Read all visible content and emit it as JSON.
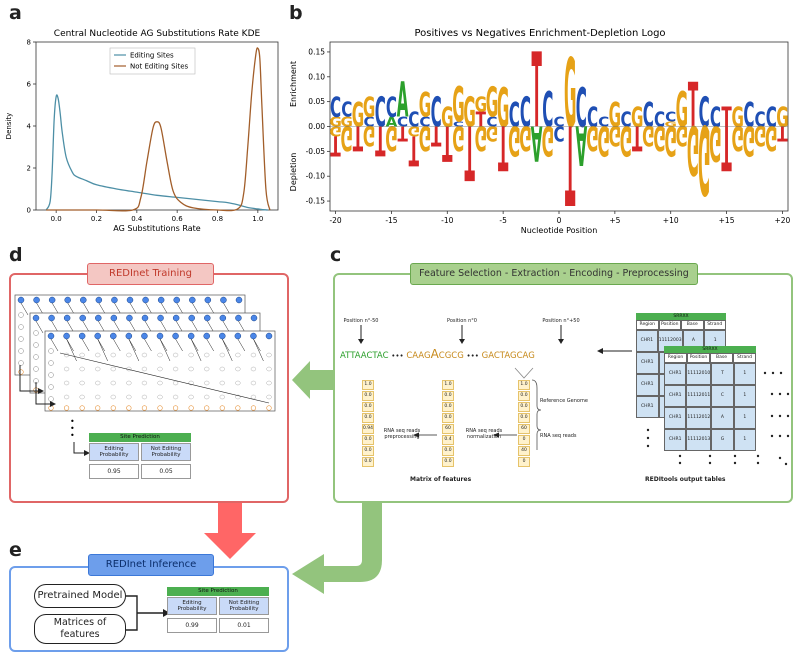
{
  "panel_letters": {
    "a": "a",
    "b": "b",
    "c": "c",
    "d": "d",
    "e": "e"
  },
  "chart_data": [
    {
      "type": "line",
      "title": "Central Nucleotide AG Substitutions Rate KDE",
      "xlabel": "AG Substitutions Rate",
      "ylabel": "Density",
      "xlim": [
        -0.1,
        1.1
      ],
      "ylim": [
        0,
        8
      ],
      "x_ticks": [
        "0.0",
        "0.2",
        "0.4",
        "0.6",
        "0.8",
        "1.0"
      ],
      "x_tick_values": [
        0.0,
        0.2,
        0.4,
        0.6,
        0.8,
        1.0
      ],
      "y_ticks": [
        "0",
        "2",
        "4",
        "6",
        "8"
      ],
      "y_tick_values": [
        0,
        2,
        4,
        6,
        8
      ],
      "legend_placement": "top-center",
      "series": [
        {
          "name": "Editing Sites",
          "color": "#4d8fa6",
          "x": [
            -0.05,
            -0.03,
            -0.02,
            -0.01,
            0.0,
            0.01,
            0.02,
            0.03,
            0.05,
            0.08,
            0.1,
            0.15,
            0.2,
            0.3,
            0.4,
            0.5,
            0.6,
            0.7,
            0.8,
            0.85,
            0.9,
            0.95,
            1.0,
            1.02,
            1.05
          ],
          "y": [
            0.0,
            0.4,
            1.8,
            4.3,
            5.4,
            5.3,
            4.6,
            3.7,
            2.5,
            1.8,
            1.6,
            1.4,
            1.2,
            1.0,
            0.85,
            0.7,
            0.6,
            0.5,
            0.4,
            0.35,
            0.25,
            0.12,
            0.05,
            0.02,
            0.0
          ]
        },
        {
          "name": "Not Editing Sites",
          "color": "#a25e2a",
          "x": [
            -0.05,
            0.2,
            0.38,
            0.42,
            0.45,
            0.48,
            0.5,
            0.52,
            0.55,
            0.58,
            0.62,
            0.68,
            0.8,
            0.9,
            0.93,
            0.95,
            0.97,
            0.99,
            1.0,
            1.01,
            1.02,
            1.04,
            1.06
          ],
          "y": [
            0.0,
            0.0,
            0.0,
            0.6,
            2.3,
            3.9,
            4.2,
            3.9,
            2.3,
            0.9,
            0.35,
            0.1,
            0.0,
            0.05,
            0.8,
            3.0,
            5.6,
            7.4,
            7.7,
            7.2,
            5.0,
            1.0,
            0.0
          ]
        }
      ]
    },
    {
      "type": "sequence-logo",
      "title": "Positives vs Negatives Enrichment-Depletion Logo",
      "xlabel": "Nucleotide Position",
      "ylabel_top": "Enrichment",
      "ylabel_bottom": "Depletion",
      "xlim": [
        -20.5,
        20.5
      ],
      "ylim": [
        -0.17,
        0.17
      ],
      "x_ticks": [
        "-20",
        "-15",
        "-10",
        "-5",
        "0",
        "+5",
        "+10",
        "+15",
        "+20"
      ],
      "x_tick_values": [
        -20,
        -15,
        -10,
        -5,
        0,
        5,
        10,
        15,
        20
      ],
      "y_ticks": [
        "0.15",
        "0.10",
        "0.05",
        "0.00",
        "-0.05",
        "-0.10",
        "-0.15"
      ],
      "y_tick_values": [
        0.15,
        0.1,
        0.05,
        0.0,
        -0.05,
        -0.1,
        -0.15
      ],
      "base_colors": {
        "A": "#2ca02c",
        "C": "#1f4fb4",
        "G": "#e6a217",
        "T": "#d62728"
      },
      "positions": [
        -20,
        -19,
        -18,
        -17,
        -16,
        -15,
        -14,
        -13,
        -12,
        -11,
        -10,
        -9,
        -8,
        -7,
        -6,
        -5,
        -4,
        -3,
        -2,
        -1,
        0,
        1,
        2,
        3,
        4,
        5,
        6,
        7,
        8,
        9,
        10,
        11,
        12,
        13,
        14,
        15,
        16,
        17,
        18,
        19,
        20
      ],
      "enrichment": [
        {
          "C": 0.04,
          "G": 0.02
        },
        {
          "C": 0.03,
          "G": 0.02
        },
        {
          "G": 0.05
        },
        {
          "G": 0.04,
          "C": 0.02
        },
        {
          "C": 0.06
        },
        {
          "C": 0.04,
          "A": 0.02
        },
        {
          "A": 0.07,
          "C": 0.02
        },
        {
          "C": 0.03
        },
        {
          "G": 0.05,
          "C": 0.02
        },
        {
          "C": 0.06
        },
        {
          "G": 0.04
        },
        {
          "G": 0.07,
          "C": 0.01
        },
        {
          "G": 0.06
        },
        {
          "T": 0.03,
          "G": 0.03
        },
        {
          "G": 0.06,
          "C": 0.02
        },
        {
          "G": 0.08
        },
        {
          "C": 0.05
        },
        {
          "C": 0.06
        },
        {
          "T": 0.15
        },
        {
          "C": 0.07
        },
        {
          "C": 0.02
        },
        {
          "G": 0.14
        },
        {
          "C": 0.08
        },
        {
          "C": 0.04
        },
        {
          "C": 0.02
        },
        {
          "G": 0.05
        },
        {
          "C": 0.03
        },
        {
          "G": 0.04
        },
        {
          "C": 0.05
        },
        {
          "C": 0.03
        },
        {
          "C": 0.02,
          "G": 0.01
        },
        {
          "G": 0.07
        },
        {
          "T": 0.09
        },
        {
          "C": 0.06
        },
        {
          "C": 0.04
        },
        {
          "T": 0.04
        },
        {
          "G": 0.04
        },
        {
          "C": 0.05
        },
        {
          "C": 0.03
        },
        {
          "C": 0.04
        },
        {
          "G": 0.04
        }
      ],
      "depletion": [
        {
          "T": 0.04,
          "G": 0.02
        },
        {
          "G": 0.05
        },
        {
          "T": 0.05
        },
        {
          "G": 0.04
        },
        {
          "T": 0.06
        },
        {
          "G": 0.05
        },
        {
          "T": 0.03
        },
        {
          "T": 0.06,
          "G": 0.02
        },
        {
          "G": 0.05
        },
        {
          "T": 0.04
        },
        {
          "T": 0.07
        },
        {
          "G": 0.05
        },
        {
          "T": 0.11
        },
        {
          "G": 0.05
        },
        {
          "G": 0.03
        },
        {
          "T": 0.09
        },
        {
          "G": 0.06
        },
        {
          "G": 0.05
        },
        {
          "A": 0.07
        },
        {
          "G": 0.06
        },
        {
          "C": 0.03
        },
        {
          "T": 0.16
        },
        {
          "A": 0.08
        },
        {
          "G": 0.05
        },
        {
          "G": 0.06
        },
        {
          "G": 0.04
        },
        {
          "G": 0.06
        },
        {
          "T": 0.05
        },
        {
          "G": 0.04
        },
        {
          "G": 0.05
        },
        {
          "G": 0.06
        },
        {
          "G": 0.04
        },
        {
          "G": 0.1
        },
        {
          "G": 0.14
        },
        {
          "G": 0.07
        },
        {
          "T": 0.09
        },
        {
          "G": 0.05
        },
        {
          "G": 0.06
        },
        {
          "G": 0.04
        },
        {
          "G": 0.05
        },
        {
          "T": 0.03
        }
      ]
    }
  ],
  "panel_c": {
    "title": "Feature Selection - Extraction - Encoding - Preprocessing",
    "pos_left": "Position n°-50",
    "pos_mid": "Position n°0",
    "pos_right": "Position n°+50",
    "seq_left": "ATTAACTAC",
    "seq_dots": "•••",
    "seq_mid_pre": "CAAG",
    "seq_mid_center": "A",
    "seq_mid_post": "CGCG",
    "seq_right": "GACTAGCAG",
    "matrix_col1": [
      "1.0",
      "0.0",
      "0.0",
      "0.0",
      "0.94",
      "0.0",
      "0.0",
      "0.0"
    ],
    "matrix_col2": [
      "1.0",
      "0.0",
      "0.0",
      "0.0",
      "60",
      "0.4",
      "0.0",
      "0.0"
    ],
    "matrix_col3": [
      "1.0",
      "0.0",
      "0.0",
      "0.0",
      "60",
      "0",
      "40",
      "0"
    ],
    "label_ref_genome": "Reference Genome",
    "label_rna_reads": "RNA seq reads",
    "label_preproc": "RNA seq reads preprocessing",
    "label_norm": "RNA seq reads normalization",
    "label_matrix": "Matrix of features",
    "label_tables": "REDItools output tables",
    "table_back": {
      "name": "SRRXX",
      "headers": [
        "Region",
        "Position",
        "Base",
        "Strand"
      ],
      "rows": [
        [
          "CHR1",
          "11112003",
          "A",
          "1"
        ],
        [
          "CHR1",
          "",
          "",
          ""
        ],
        [
          "CHR1",
          "",
          "",
          ""
        ],
        [
          "CHR1",
          "",
          "",
          ""
        ]
      ]
    },
    "table_front": {
      "name": "SRRXX",
      "headers": [
        "Region",
        "Position",
        "Base",
        "Strand"
      ],
      "rows": [
        [
          "CHR1",
          "11112010",
          "T",
          "1"
        ],
        [
          "CHR1",
          "11112011",
          "C",
          "1"
        ],
        [
          "CHR1",
          "11112012",
          "A",
          "1"
        ],
        [
          "CHR1",
          "11112013",
          "G",
          "1"
        ]
      ]
    }
  },
  "panel_d": {
    "title": "REDInet Training",
    "site_prediction": "Site Prediction",
    "col1": "Editing Probability",
    "col2": "Not Editing Probability",
    "val1": "0.95",
    "val2": "0.05"
  },
  "panel_e": {
    "title": "REDInet Inference",
    "box1": "Pretrained Model",
    "box2": "Matrices of features",
    "site_prediction": "Site Prediction",
    "col1": "Editing Probability",
    "col2": "Not Editing Probability",
    "val1": "0.99",
    "val2": "0.01"
  },
  "colors": {
    "red_panel": "#e06666",
    "red_title_bg": "#f4c7c3",
    "green_panel": "#93c47d",
    "green_title_bg": "#a9d08e",
    "blue_panel": "#6d9eeb",
    "blue_title_bg": "#6d9eeb",
    "header_green": "#4caf50"
  }
}
